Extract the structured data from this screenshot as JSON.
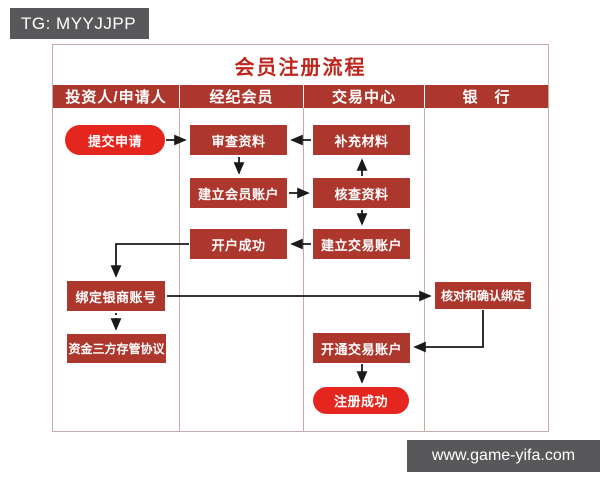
{
  "tg_banner": {
    "text": "TG: MYYJJPP"
  },
  "site_banner": {
    "text": "www.game-yifa.com"
  },
  "diagram": {
    "title": "会员注册流程",
    "columns": [
      {
        "label": "投资人/申请人"
      },
      {
        "label": "经纪会员"
      },
      {
        "label": "交易中心"
      },
      {
        "label": "银　行"
      }
    ],
    "nodes": {
      "submit_application": {
        "label": "提交申请",
        "shape": "pill",
        "lane": "投资人/申请人"
      },
      "review_materials": {
        "label": "审查资料",
        "shape": "rect",
        "lane": "经纪会员"
      },
      "supplement_materials": {
        "label": "补充材料",
        "shape": "rect",
        "lane": "交易中心"
      },
      "create_member_account": {
        "label": "建立会员账户",
        "shape": "rect",
        "lane": "经纪会员"
      },
      "verify_materials": {
        "label": "核查资料",
        "shape": "rect",
        "lane": "交易中心"
      },
      "account_open_success": {
        "label": "开户成功",
        "shape": "rect",
        "lane": "经纪会员"
      },
      "create_trading_account": {
        "label": "建立交易账户",
        "shape": "rect",
        "lane": "交易中心"
      },
      "bind_bank_account": {
        "label": "绑定银商账号",
        "shape": "rect",
        "lane": "投资人/申请人"
      },
      "confirm_binding": {
        "label": "核对和确认绑定",
        "shape": "rect",
        "lane": "银行"
      },
      "fund_custody_agreement": {
        "label": "资金三方存管协议",
        "shape": "rect",
        "lane": "投资人/申请人"
      },
      "open_trading_account": {
        "label": "开通交易账户",
        "shape": "rect",
        "lane": "交易中心"
      },
      "register_success": {
        "label": "注册成功",
        "shape": "pill",
        "lane": "交易中心"
      }
    },
    "edges": [
      {
        "from": "submit_application",
        "to": "review_materials",
        "style": "solid"
      },
      {
        "from": "supplement_materials",
        "to": "review_materials",
        "style": "solid"
      },
      {
        "from": "review_materials",
        "to": "create_member_account",
        "style": "solid"
      },
      {
        "from": "create_member_account",
        "to": "verify_materials",
        "style": "solid"
      },
      {
        "from": "verify_materials",
        "to": "supplement_materials",
        "style": "solid"
      },
      {
        "from": "verify_materials",
        "to": "create_trading_account",
        "style": "solid"
      },
      {
        "from": "create_trading_account",
        "to": "account_open_success",
        "style": "solid"
      },
      {
        "from": "account_open_success",
        "to": "bind_bank_account",
        "style": "solid"
      },
      {
        "from": "bind_bank_account",
        "to": "fund_custody_agreement",
        "style": "dotted"
      },
      {
        "from": "bind_bank_account",
        "to": "confirm_binding",
        "style": "solid"
      },
      {
        "from": "confirm_binding",
        "to": "open_trading_account",
        "style": "solid"
      },
      {
        "from": "open_trading_account",
        "to": "register_success",
        "style": "solid"
      }
    ],
    "colors": {
      "node_fill": "#ad362d",
      "pill_fill": "#e5261e",
      "header_fill": "#ad362d",
      "title_color": "#be251c",
      "banner_bg": "#58585a",
      "arrow_color": "#1a1a1a",
      "grid_border": "#c9abab"
    }
  }
}
